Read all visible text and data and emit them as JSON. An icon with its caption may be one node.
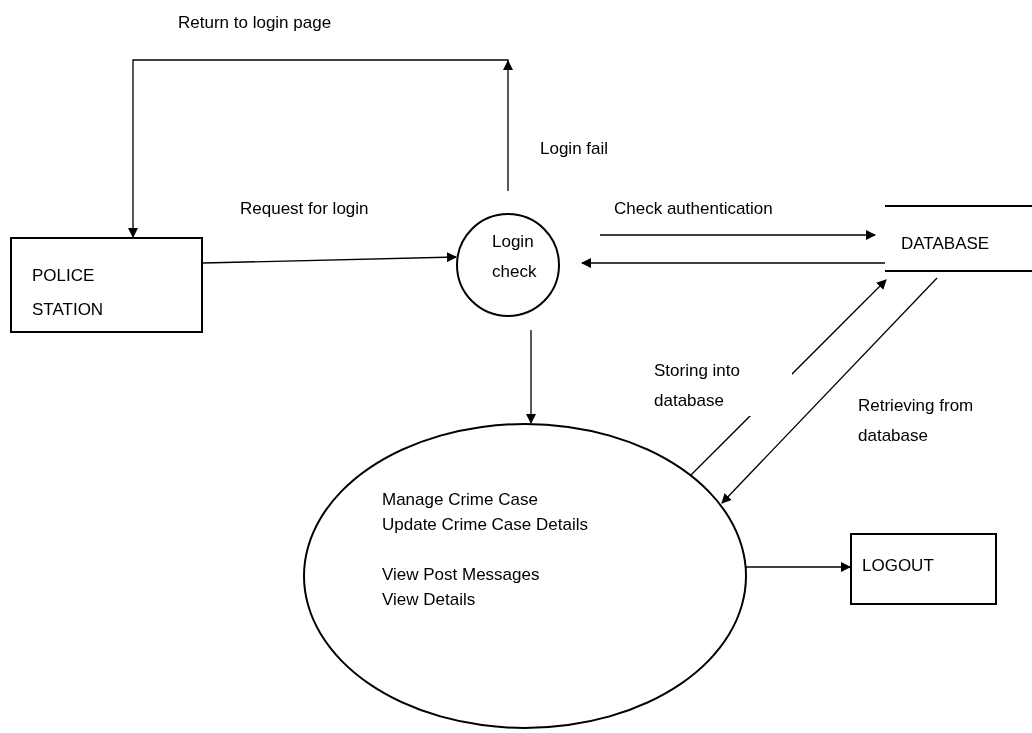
{
  "diagram": {
    "nodes": [
      {
        "text": [
          "POLICE STATION"
        ]
      },
      {
        "text": [
          "Login check"
        ]
      },
      {
        "text": [
          "DATABASE"
        ]
      },
      {
        "text": [
          "Manage Crime Case",
          "Update Crime Case Details",
          "View Post Messages",
          "View Details"
        ]
      },
      {
        "text": [
          "LOGOUT"
        ]
      }
    ],
    "edges": [
      {
        "from": 1,
        "to": 0,
        "arrow": "to",
        "label": "Login fail"
      },
      {
        "from": 0,
        "to": 1,
        "arrow": "to",
        "label": "Request for login"
      },
      {
        "from": 1,
        "to": 2,
        "arrow": "to",
        "label": "Check authentication"
      },
      {
        "from": 2,
        "to": 1,
        "arrow": "to"
      },
      {
        "from": 1,
        "to": 3,
        "arrow": "to"
      },
      {
        "from": 3,
        "to": 2,
        "arrow": "to",
        "label": "Storing into database"
      },
      {
        "from": 2,
        "to": 3,
        "arrow": "to",
        "label": "Retrieving from database"
      },
      {
        "from": 3,
        "to": 4,
        "arrow": "to"
      }
    ],
    "labels": [
      "Return to login page"
    ]
  }
}
